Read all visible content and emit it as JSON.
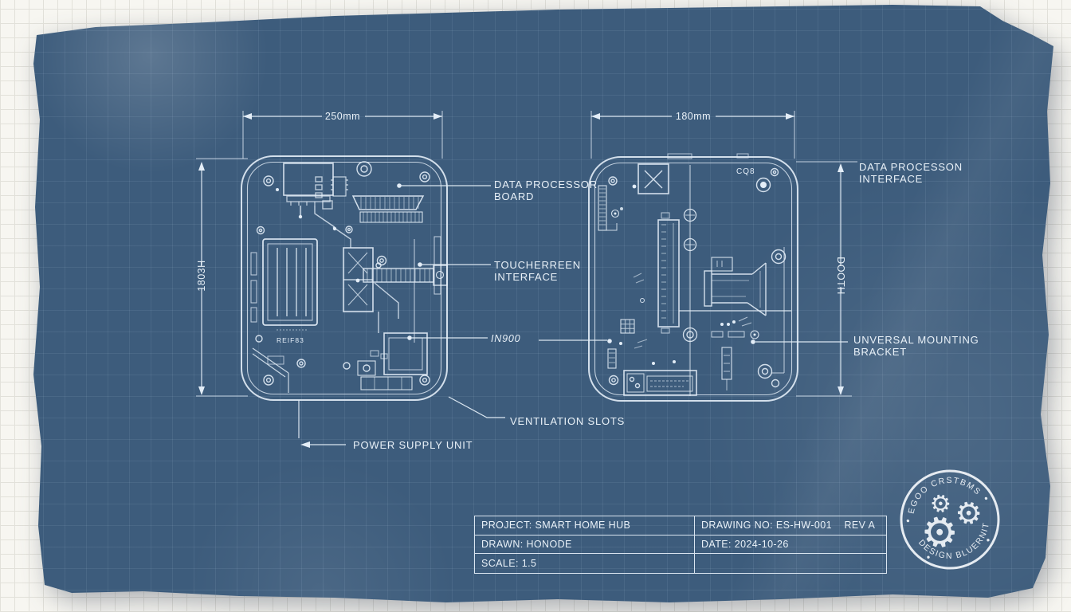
{
  "left_view": {
    "dim_width": "250mm",
    "dim_height": "1803H",
    "micro_label": "REIF83"
  },
  "right_view": {
    "dim_width": "180mm",
    "dim_height": "DOOTH",
    "micro_label": "CQ8"
  },
  "callouts": {
    "data_processor_board": "DATA PROCESSOR\nBOARD",
    "touchscreen_interface": "TOUCHERREEN\nINTERFACE",
    "module_label": "IN900",
    "ventilation_slots": "VENTILATION SLOTS",
    "power_supply_unit": "POWER SUPPLY UNIT",
    "data_processor_interface": "DATA PROCESSON\nINTERFACE",
    "universal_mounting_bracket": "UNVERSAL MOUNTING\nBRACKET"
  },
  "title_block": {
    "project": "PROJECT: SMART HOME HUB",
    "drawing_no": "DRAWING NO: ES-HW-001    REV A",
    "drawn": "DRAWN: HONODE",
    "date": "DATE: 2024-10-26",
    "scale": "SCALE: 1.5"
  },
  "stamp": {
    "top_arc": "EGOO CRSTBMS",
    "bottom_arc": "DESIGN BLUERNIT",
    "gear_icon": "⚙"
  },
  "colors": {
    "paper_blue": "#3d5c7c",
    "line_white": "#e3edf7",
    "desk": "#f7f6f1"
  }
}
